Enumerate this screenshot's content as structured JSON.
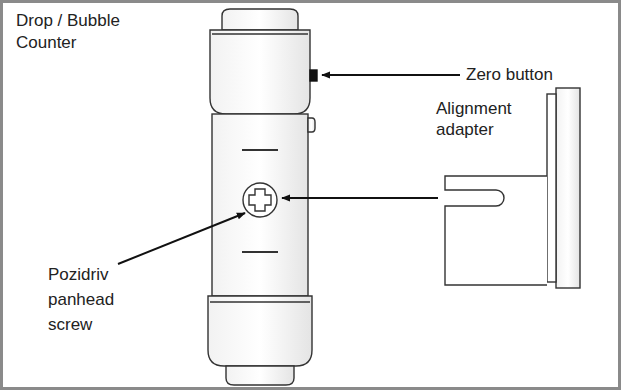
{
  "diagram": {
    "title": "Drop / Bubble Counter",
    "labels": [
      "Zero button",
      "Alignment adapter",
      "Pozidriv panhead screw"
    ]
  }
}
